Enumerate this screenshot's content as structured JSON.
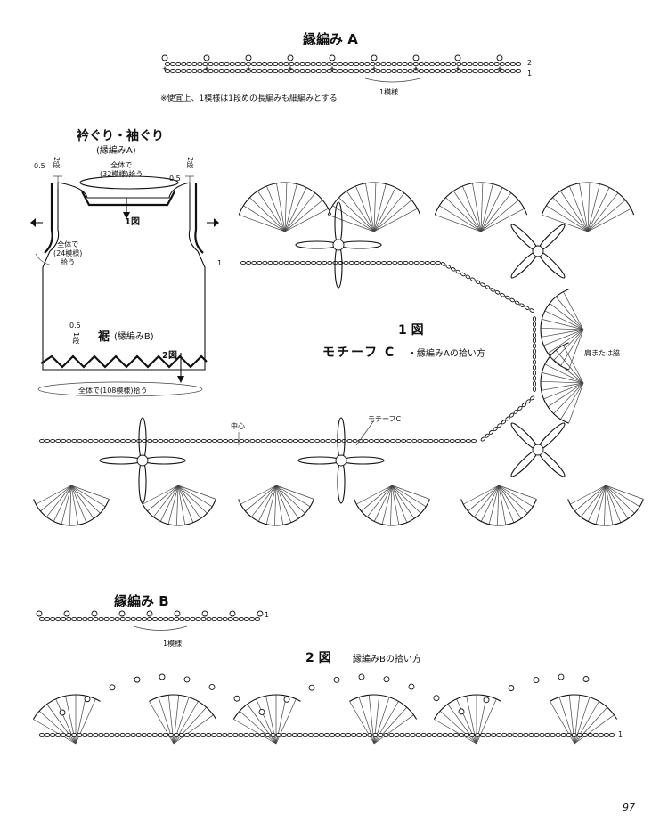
{
  "page_number": "97",
  "edging_a": {
    "title": "縁編み A",
    "row_labels": [
      "2",
      "1"
    ],
    "repeat_label": "1模様",
    "note": "※便宜上、1模様は1段めの長編みも細編みとする"
  },
  "garment": {
    "title": "衿ぐり・袖ぐり",
    "subtitle": "(縁編みA)",
    "neck_pickup": "全体で\n(32模様)拾う",
    "armhole_pickup": "全体で\n(24模様)\n拾う",
    "left_measure": "0.5",
    "left_rows": "2段",
    "right_measure": "0.5",
    "right_rows": "2段",
    "fig1_ref": "1図",
    "hem_title": "裾",
    "hem_sub": "(縁編みB)",
    "hem_measure": "0.5",
    "hem_rows": "1段",
    "fig2_ref": "2図",
    "hem_pickup": "全体で(108模様)拾う"
  },
  "figure1": {
    "num": "1 図",
    "title": "モチーフ C",
    "subtitle": "・縁編みAの拾い方",
    "shoulder_label": "肩または脇",
    "center_label": "中心",
    "motif_label": "モチーフC",
    "row_marker": "1"
  },
  "edging_b": {
    "title": "縁編み B",
    "repeat_label": "1模様",
    "row_marker": "1"
  },
  "figure2": {
    "num": "2 図",
    "title": "縁編みBの拾い方",
    "row_marker": "1"
  }
}
